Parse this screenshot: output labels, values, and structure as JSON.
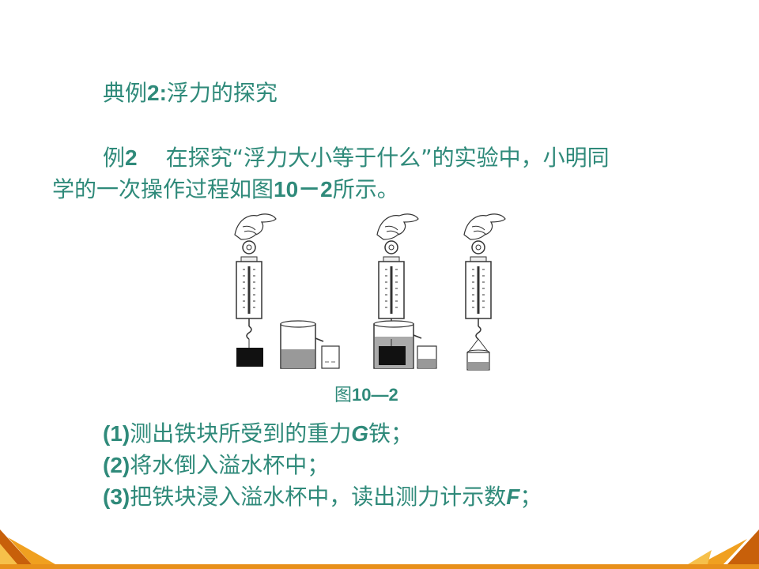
{
  "title": {
    "prefix": "典例",
    "number": "2:",
    "text": "浮力的探究"
  },
  "paragraph": {
    "label": "例",
    "label_number": "2",
    "line1": "在探究“浮力大小等于什么”的实验中，小明同",
    "line2_pre": "学的一次操作过程如图",
    "line2_ref": "10－2",
    "line2_post": "所示。"
  },
  "figure_caption": {
    "prefix": "图",
    "number": "10—2"
  },
  "steps": [
    {
      "num": "(1)",
      "text_a": "测出铁块所受到的重力",
      "var": "G",
      "text_b": "铁；"
    },
    {
      "num": "(2)",
      "text_a": "将水倒入溢水杯中；"
    },
    {
      "num": "(3)",
      "text_a": "把铁块浸入溢水杯中，读出测力计示数",
      "var": "F",
      "text_b": "；"
    }
  ],
  "colors": {
    "text": "#2f8a7a",
    "accent_orange": "#f0a020",
    "accent_dark": "#c8600a"
  }
}
